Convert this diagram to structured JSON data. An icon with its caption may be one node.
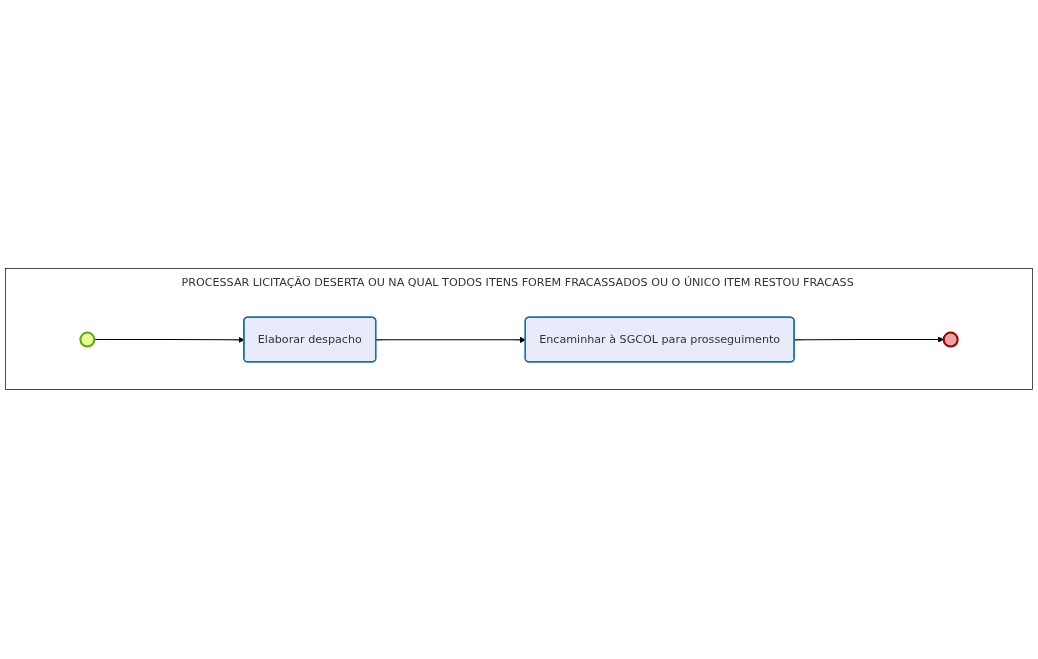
{
  "diagram": {
    "nodes": [
      {
        "text": [
          "PROCESSAR LICITAÇÃO DESERTA OU NA QUAL TODOS ITENS FOREM FRACASSADOS OU O ÚNICO ITEM RESTOU FRACASS"
        ]
      },
      {
        "text": [],
        "shape": "circle",
        "in": 0
      },
      {
        "text": [
          "Elaborar despacho"
        ],
        "in": 0
      },
      {
        "text": [
          "Encaminhar à SGCOL para prosseguimento"
        ],
        "in": 0
      },
      {
        "text": [],
        "shape": "circle",
        "in": 0
      }
    ],
    "edges": [
      {
        "from": 1,
        "to": 2,
        "arrow": "to"
      },
      {
        "from": 2,
        "to": 3,
        "arrow": "to"
      },
      {
        "from": 3,
        "to": 4,
        "arrow": "to"
      }
    ]
  }
}
